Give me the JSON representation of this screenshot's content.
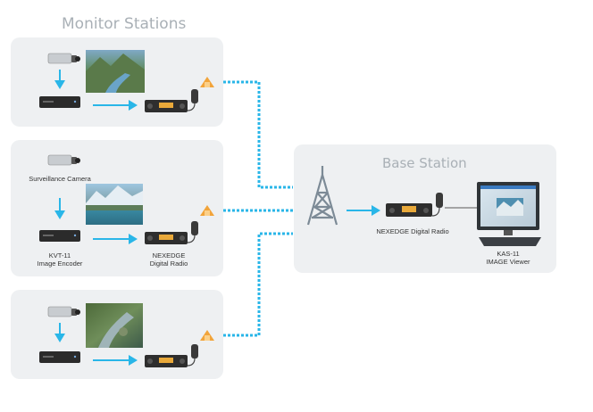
{
  "titles": {
    "monitor_stations": "Monitor Stations",
    "base_station": "Base Station"
  },
  "labels": {
    "camera": "Surveillance Camera",
    "encoder_model": "KVT-11",
    "encoder_name": "Image Encoder",
    "radio_brand": "NEXEDGE",
    "radio_name": "Digital Radio",
    "base_radio": "NEXEDGE Digital Radio",
    "viewer_model": "KAS-11",
    "viewer_name": "IMAGE Viewer"
  },
  "colors": {
    "panel": "#eef0f2",
    "link": "#29b6e8",
    "title": "#a9b0b6",
    "accent": "#f2a43a"
  }
}
